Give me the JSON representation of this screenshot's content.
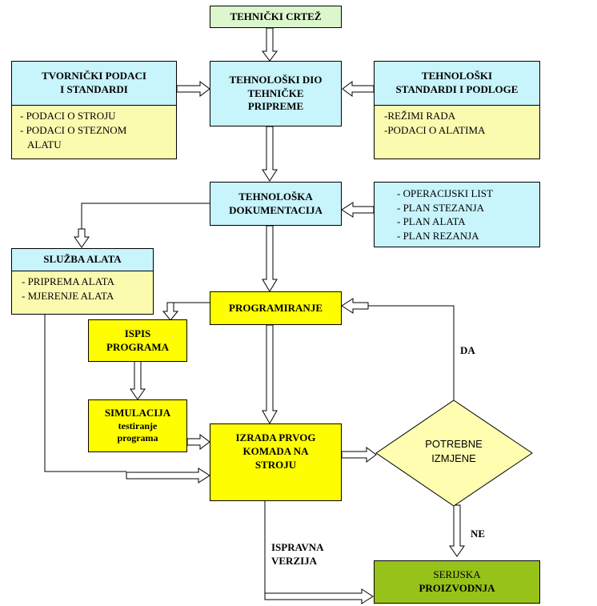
{
  "nodes": {
    "tehnicki_crtez": "TEHNIČKI CRTEŽ",
    "tvornicki": {
      "title_1": "TVORNIČKI PODACI",
      "title_2": "I STANDARDI",
      "items": [
        "- PODACI O STROJU",
        "- PODACI O STEZNOM",
        "ALATU"
      ]
    },
    "tehnoloski_dio": [
      "TEHNOLOŠKI DIO",
      "TEHNIČKE",
      "PRIPREME"
    ],
    "standardi": {
      "title_1": "TEHNOLOŠKI",
      "title_2": "STANDARDI I PODLOGE",
      "items": [
        "-REŽIMI RADA",
        "-PODACI O ALATIMA"
      ]
    },
    "dokumentacija": [
      "TEHNOLOŠKA",
      "DOKUMENTACIJA"
    ],
    "dokumenti_lista": [
      "- OPERACIJSKI LIST",
      "- PLAN STEZANJA",
      "- PLAN ALATA",
      "- PLAN REZANJA"
    ],
    "sluzba_alata": {
      "title": "SLUŽBA ALATA",
      "items": [
        "- PRIPREMA ALATA",
        "- MJERENJE ALATA"
      ]
    },
    "programiranje": "PROGRAMIRANJE",
    "ispis": [
      "ISPIS",
      "PROGRAMA"
    ],
    "simulacija": [
      "SIMULACIJA",
      "testiranje",
      "programa"
    ],
    "izrada": [
      "IZRADA PRVOG",
      "KOMADA NA",
      "STROJU"
    ],
    "potrebne": [
      "POTREBNE",
      "IZMJENE"
    ],
    "serijska": [
      "SERIJSKA",
      "PROIZVODNJA"
    ]
  },
  "edge_labels": {
    "da": "DA",
    "ne": "NE",
    "ispravna_1": "ISPRAVNA",
    "ispravna_2": "VERZIJA"
  },
  "colors": {
    "cyan": "#c8f4fb",
    "pale_yellow": "#fbfbb0",
    "yellow": "#fffe00",
    "light_green": "#dcf7cd",
    "green": "#97c21a"
  }
}
